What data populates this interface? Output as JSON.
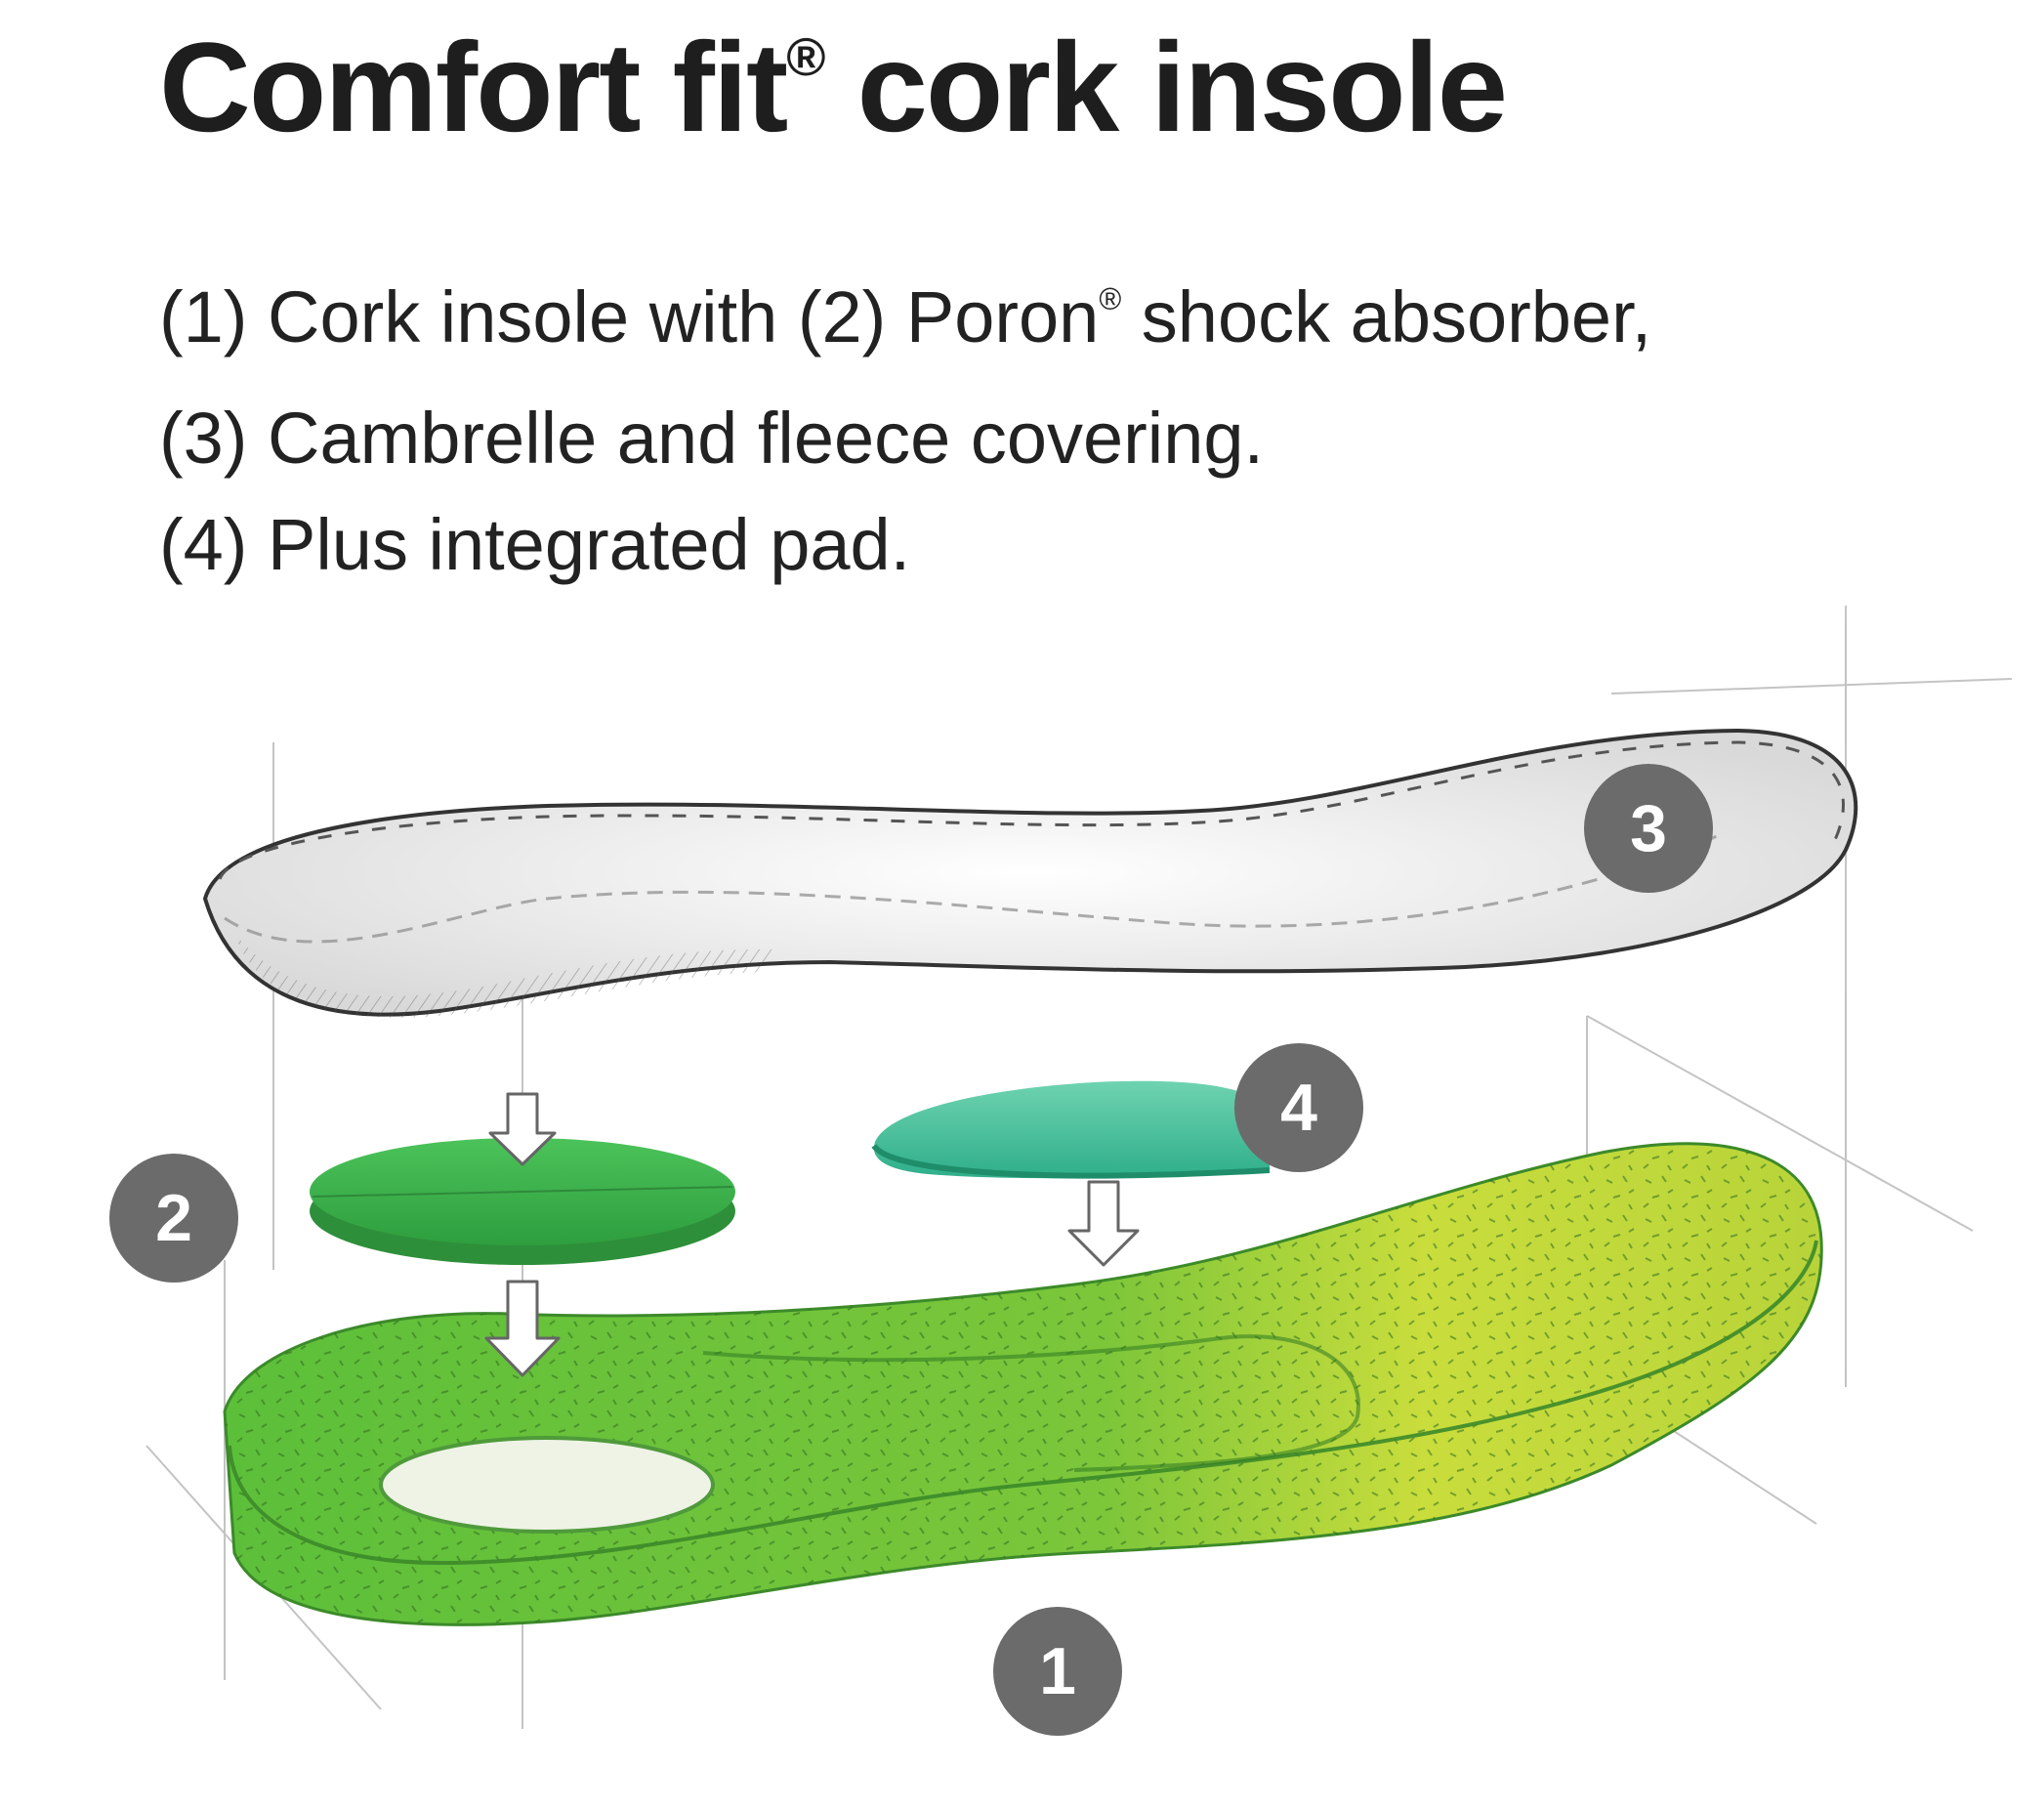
{
  "title": {
    "main": "Comfort fit",
    "mark": "®",
    "rest": " cork insole"
  },
  "description": {
    "line1": {
      "before": "(1) Cork insole with (2) Poron",
      "mark": "®",
      "after": " shock absorber,"
    },
    "line2": "(3) Cambrelle and fleece covering.",
    "line3": "(4) Plus integrated pad."
  },
  "badges": {
    "one": "1",
    "two": "2",
    "three": "3",
    "four": "4"
  },
  "colors": {
    "badge": "#6b6b6b",
    "cork_green": "#5cbf3a",
    "cork_yellow": "#c9dd3c",
    "poron_green": "#3ab54a",
    "pad_teal": "#3dbf9a",
    "outline": "#333333"
  }
}
